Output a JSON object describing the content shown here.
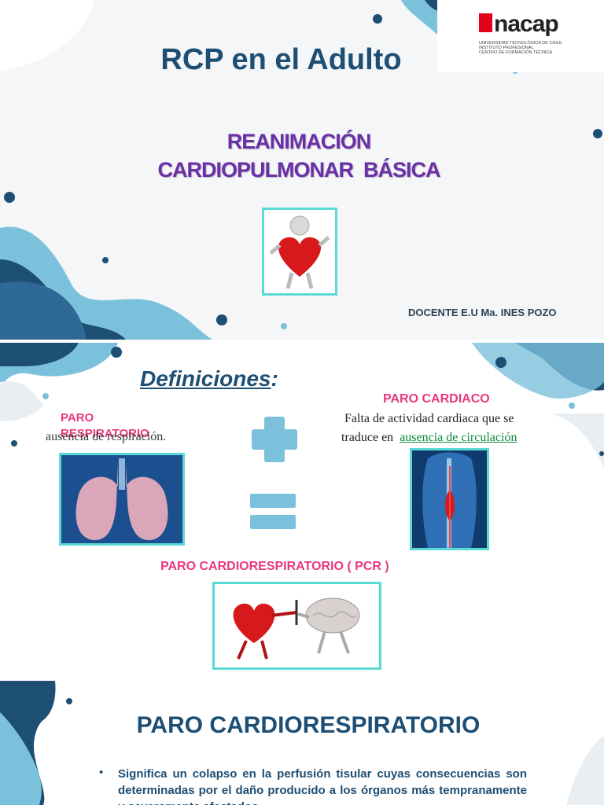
{
  "slide1": {
    "title": "RCP en el Adulto",
    "subtitle_line1": "REANIMACIÓN",
    "subtitle_line2": "CARDIOPULMONAR  BÁSICA",
    "docente": "DOCENTE E.U Ma. INES POZO",
    "logo": {
      "name": "nacap",
      "tagline": "UNIVERSIDAD TECNOLÓGICA DE CHILE\nINSTITUTO PROFESIONAL\nCENTRO DE FORMACIÓN TÉCNICA"
    }
  },
  "slide2": {
    "heading": "Definiciones",
    "heading_suffix": ":",
    "left": {
      "title": "PARO RESPIRATORIO",
      "text": "ausencia de respiración."
    },
    "right": {
      "title": "PARO CARDIACO",
      "text_line1": "Falta de actividad cardiaca que se",
      "text_line2_prefix": "traduce en ",
      "text_link": "ausencia de circulación"
    },
    "result": "PARO CARDIORESPIRATORIO ( PCR )"
  },
  "slide3": {
    "title": "PARO CARDIORESPIRATORIO",
    "bullet": "Significa un colapso en la perfusión tisular cuyas consecuencias son determinadas por el daño producido a los órganos más tempranamente y severamente afectados."
  },
  "colors": {
    "dark_blue": "#1d4e74",
    "light_blue": "#7cc1dc",
    "purple": "#6b2fa8",
    "pink": "#e8387e",
    "teal_frame": "#5ad9d5",
    "link_green": "#0c8a3a"
  }
}
